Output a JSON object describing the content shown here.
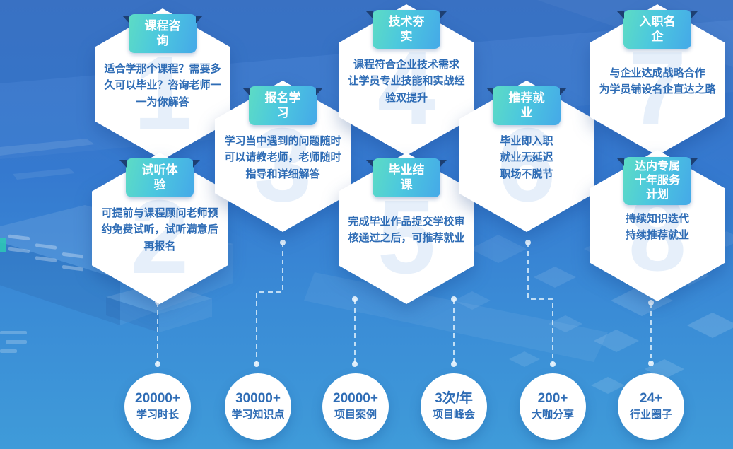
{
  "cards": [
    {
      "number": "1",
      "ribbon": "课程咨询",
      "text": "适合学那个课程？需要多\n久可以毕业？咨询老师一\n一为你解答"
    },
    {
      "number": "2",
      "ribbon": "试听体验",
      "text": "可提前与课程顾问老师预\n约免费试听，试听满意后\n再报名"
    },
    {
      "number": "3",
      "ribbon": "报名学习",
      "text": "学习当中遇到的问题随时\n可以请教老师，老师随时\n指导和详细解答"
    },
    {
      "number": "4",
      "ribbon": "技术夯实",
      "text": "课程符合企业技术需求\n让学员专业技能和实战经\n验双提升"
    },
    {
      "number": "5",
      "ribbon": "毕业结课",
      "text": "完成毕业作品提交学校审\n核通过之后，可推荐就业"
    },
    {
      "number": "6",
      "ribbon": "推荐就业",
      "text": "毕业即入职\n就业无延迟\n职场不脱节"
    },
    {
      "number": "7",
      "ribbon": "入职名企",
      "text": "与企业达成战略合作\n为学员铺设名企直达之路"
    },
    {
      "number": "8",
      "ribbon": "达内专属\n十年服务计划",
      "text": "持续知识迭代\n持续推荐就业"
    }
  ],
  "stats": [
    {
      "value": "20000+",
      "label": "学习时长"
    },
    {
      "value": "30000+",
      "label": "学习知识点"
    },
    {
      "value": "20000+",
      "label": "项目案例"
    },
    {
      "value": "3次/年",
      "label": "项目峰会"
    },
    {
      "value": "200+",
      "label": "大咖分享"
    },
    {
      "value": "24+",
      "label": "行业圈子"
    }
  ],
  "colors": {
    "background_top": "#3B74C8",
    "background_bottom": "#3F9BD9",
    "ribbon_gradient_start": "#5DDCC4",
    "ribbon_gradient_end": "#45A9E8",
    "ribbon_fold": "#1D3F72",
    "card_text": "#2E6CB5",
    "card_background": "#FFFFFF",
    "watermark_number": "#E6EFFA",
    "connector": "#E4F2FC",
    "teal_accent": "#2EC9B5"
  }
}
